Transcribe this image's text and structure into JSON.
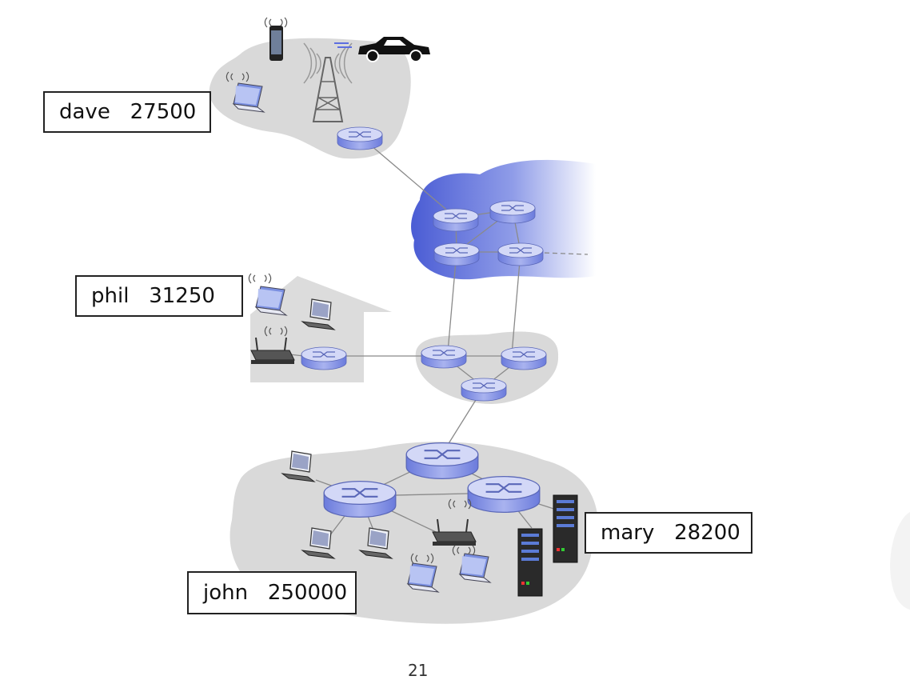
{
  "labels": {
    "dave": "dave   27500",
    "phil": "phil   31250",
    "john": "john   250000",
    "mary": "mary   28200"
  },
  "page_number": "21",
  "colors": {
    "router_fill": "#8a97e6",
    "router_top": "#c9d0f5",
    "isp_cloud": "#5566d8",
    "network_gray": "#d6d6d6"
  }
}
